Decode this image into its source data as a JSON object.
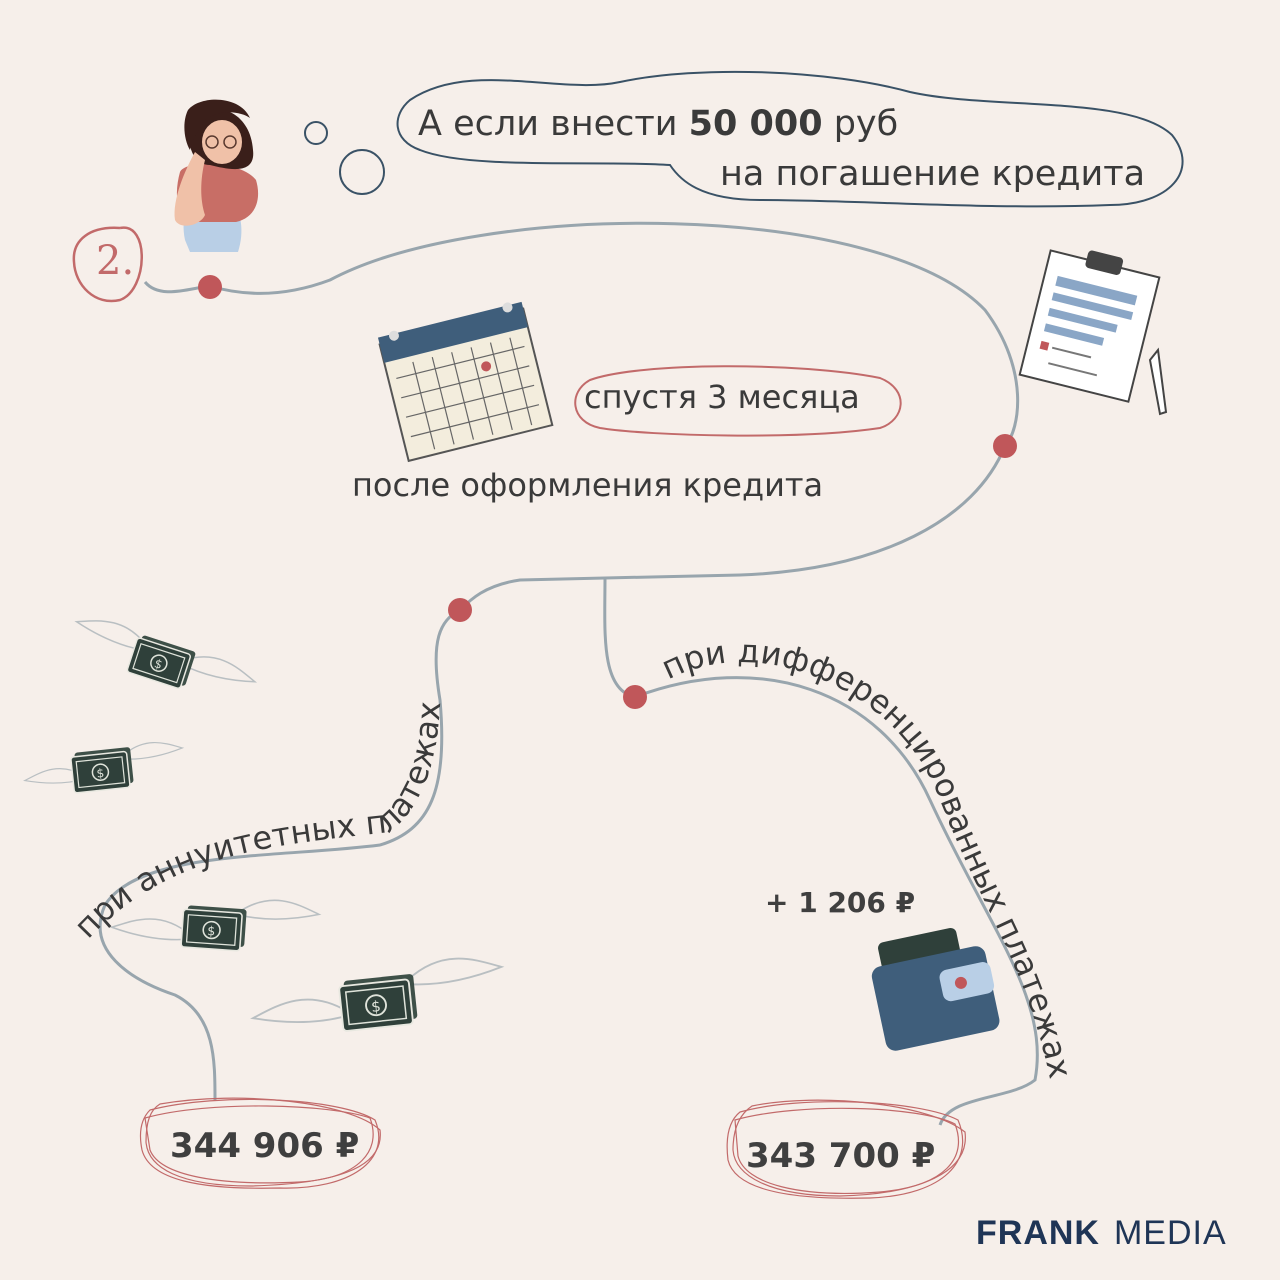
{
  "thought_bubble": {
    "line1_before": "А если внести ",
    "line1_bold": "50 000",
    "line1_after": " руб",
    "line2": "на погашение кредита"
  },
  "step_marker": "2.",
  "timeline": {
    "after_label": "спустя 3 месяца",
    "since_label": "после оформления кредита"
  },
  "branches": {
    "annuity_label": "при аннуитетных платежах",
    "differentiated_label": "при дифференцированных платежах",
    "annuity_amount": "344 906 ₽",
    "differentiated_amount": "343 700  ₽",
    "difference": "+ 1 206 ₽"
  },
  "brand": {
    "bold": "FRANK",
    "light": "MEDIA"
  },
  "colors": {
    "background": "#f6efea",
    "line": "#98a5ad",
    "dot": "#c0575a",
    "money": "#3e5048",
    "wallet": "#3f5e7b",
    "brand": "#1f3556"
  },
  "icons": [
    "woman-thinking-icon",
    "calendar-icon",
    "clipboard-icon",
    "pen-icon",
    "flying-money-icon",
    "wallet-icon"
  ]
}
